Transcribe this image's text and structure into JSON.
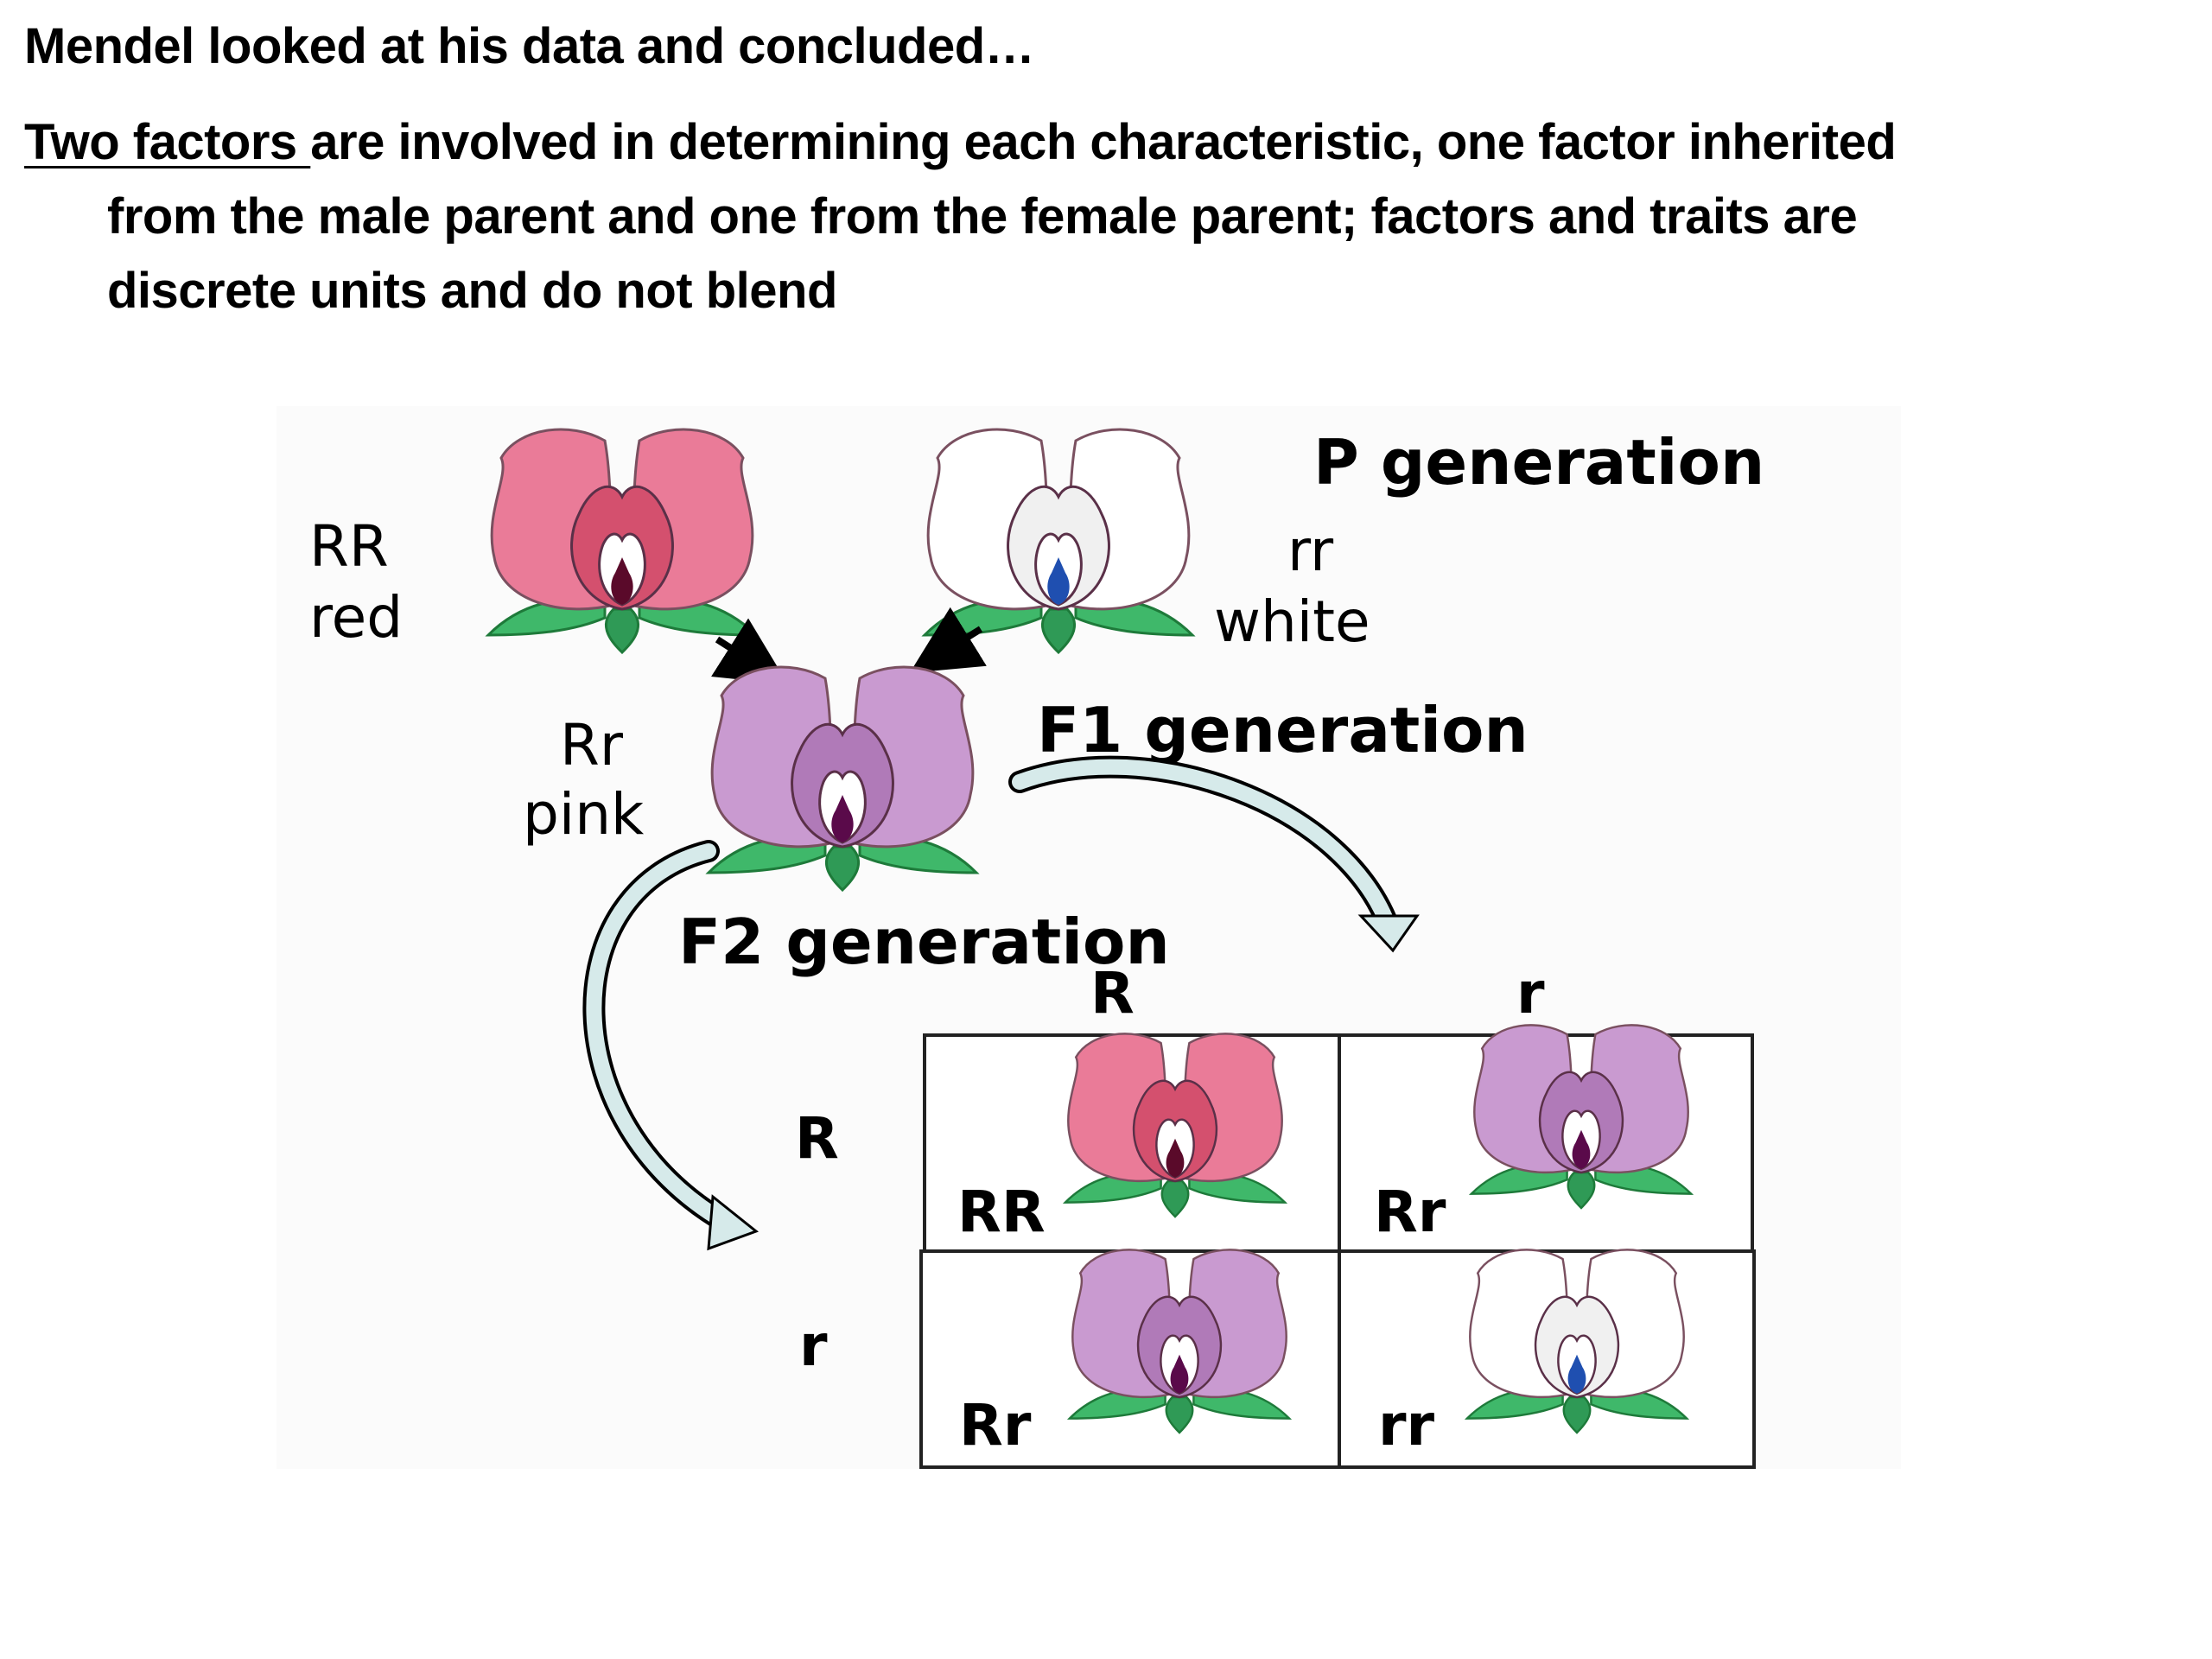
{
  "slide": {
    "heading": "Mendel looked at his data and concluded…",
    "body_underlined": "Two factors ",
    "body_line1": "are involved in determining each characteristic, one factor inherited",
    "body_line2": "from the male parent and one from the female parent; factors and traits are",
    "body_line3": "discrete units and do not blend"
  },
  "diagram": {
    "p_generation": "P generation",
    "f1_generation": "F1 generation",
    "f2_generation": "F2 generation",
    "red_parent": {
      "genotype": "RR",
      "trait": "red"
    },
    "white_parent": {
      "genotype": "rr",
      "trait": "white"
    },
    "f1_plant": {
      "genotype": "Rr",
      "trait": "pink"
    },
    "punnett": {
      "col_alleles": [
        "R",
        "r"
      ],
      "row_alleles": [
        "R",
        "r"
      ],
      "cells": [
        "RR",
        "Rr",
        "Rr",
        "rr"
      ]
    },
    "colors": {
      "red": "#ea7b98",
      "pink": "#c99ad0",
      "white": "#ffffff",
      "leaf": "#3fb86a"
    }
  }
}
